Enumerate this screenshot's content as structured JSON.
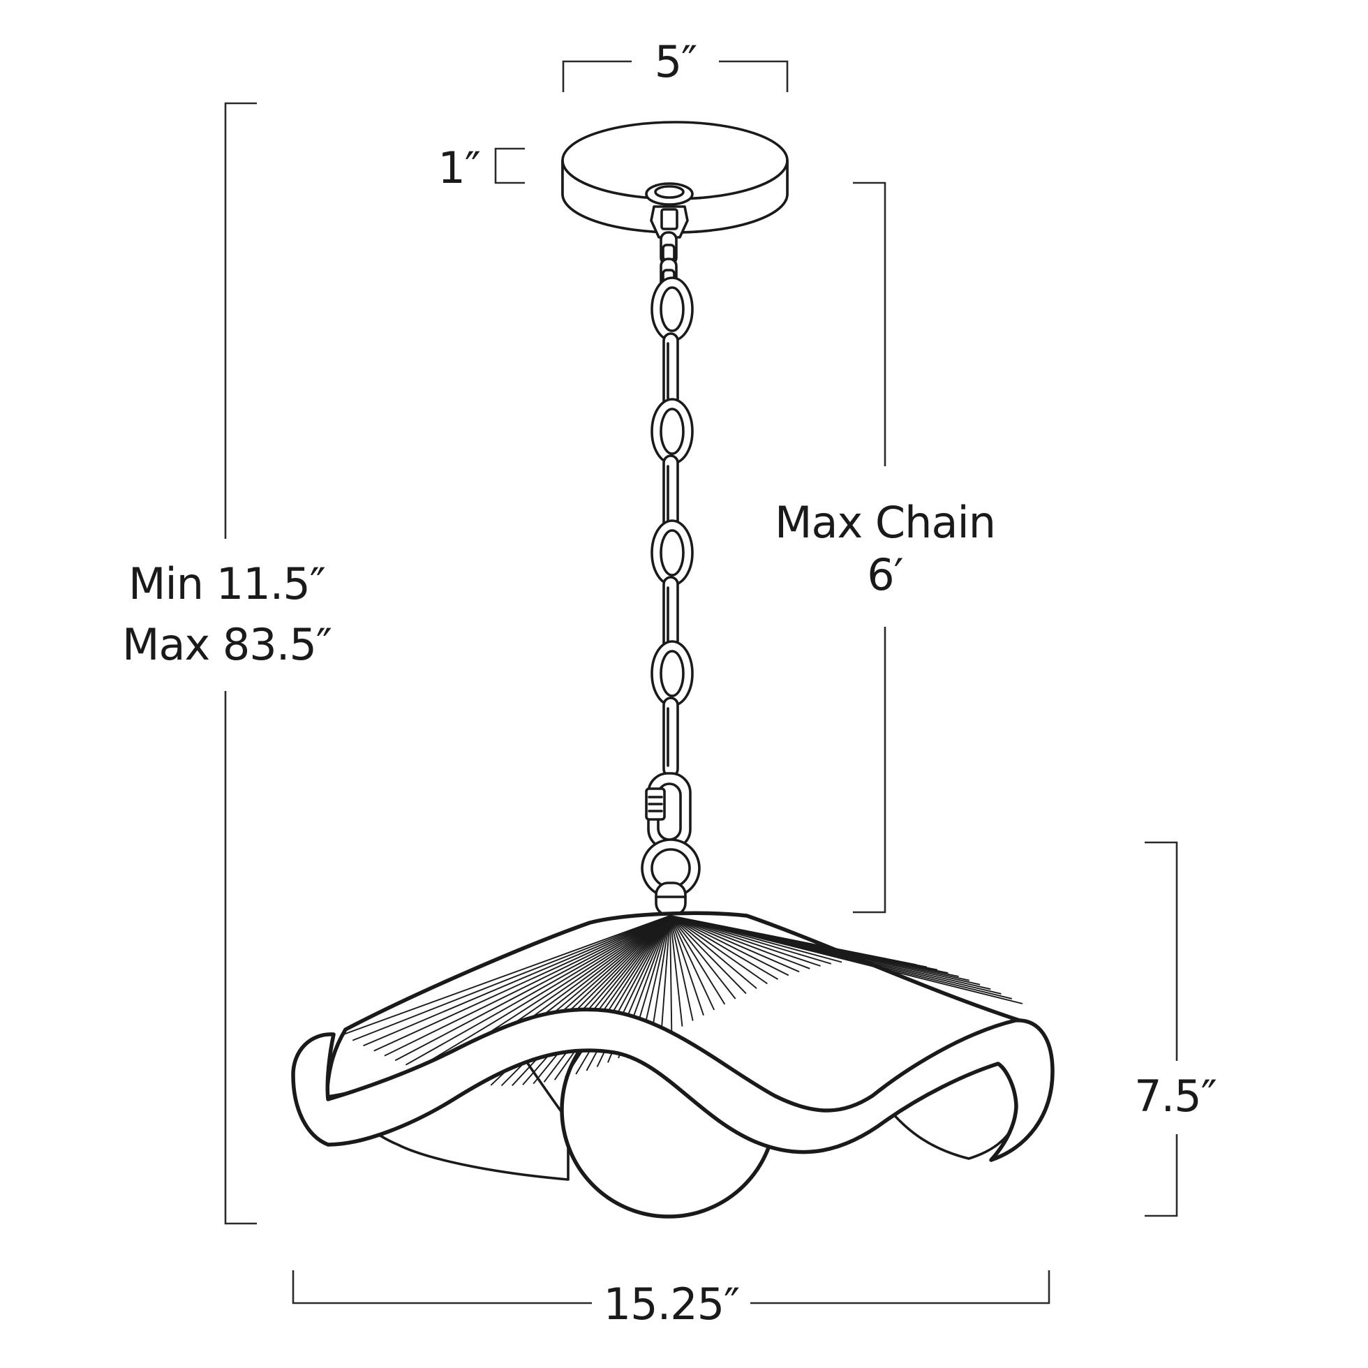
{
  "dimensions": {
    "canopy_width": "5″",
    "canopy_height": "1″",
    "overall_height_min": "Min 11.5″",
    "overall_height_max": "Max 83.5″",
    "chain_label": "Max Chain",
    "chain_length": "6′",
    "shade_height": "7.5″",
    "shade_width": "15.25″"
  },
  "colors": {
    "ink": "#1a1a1a",
    "background": "#ffffff"
  }
}
